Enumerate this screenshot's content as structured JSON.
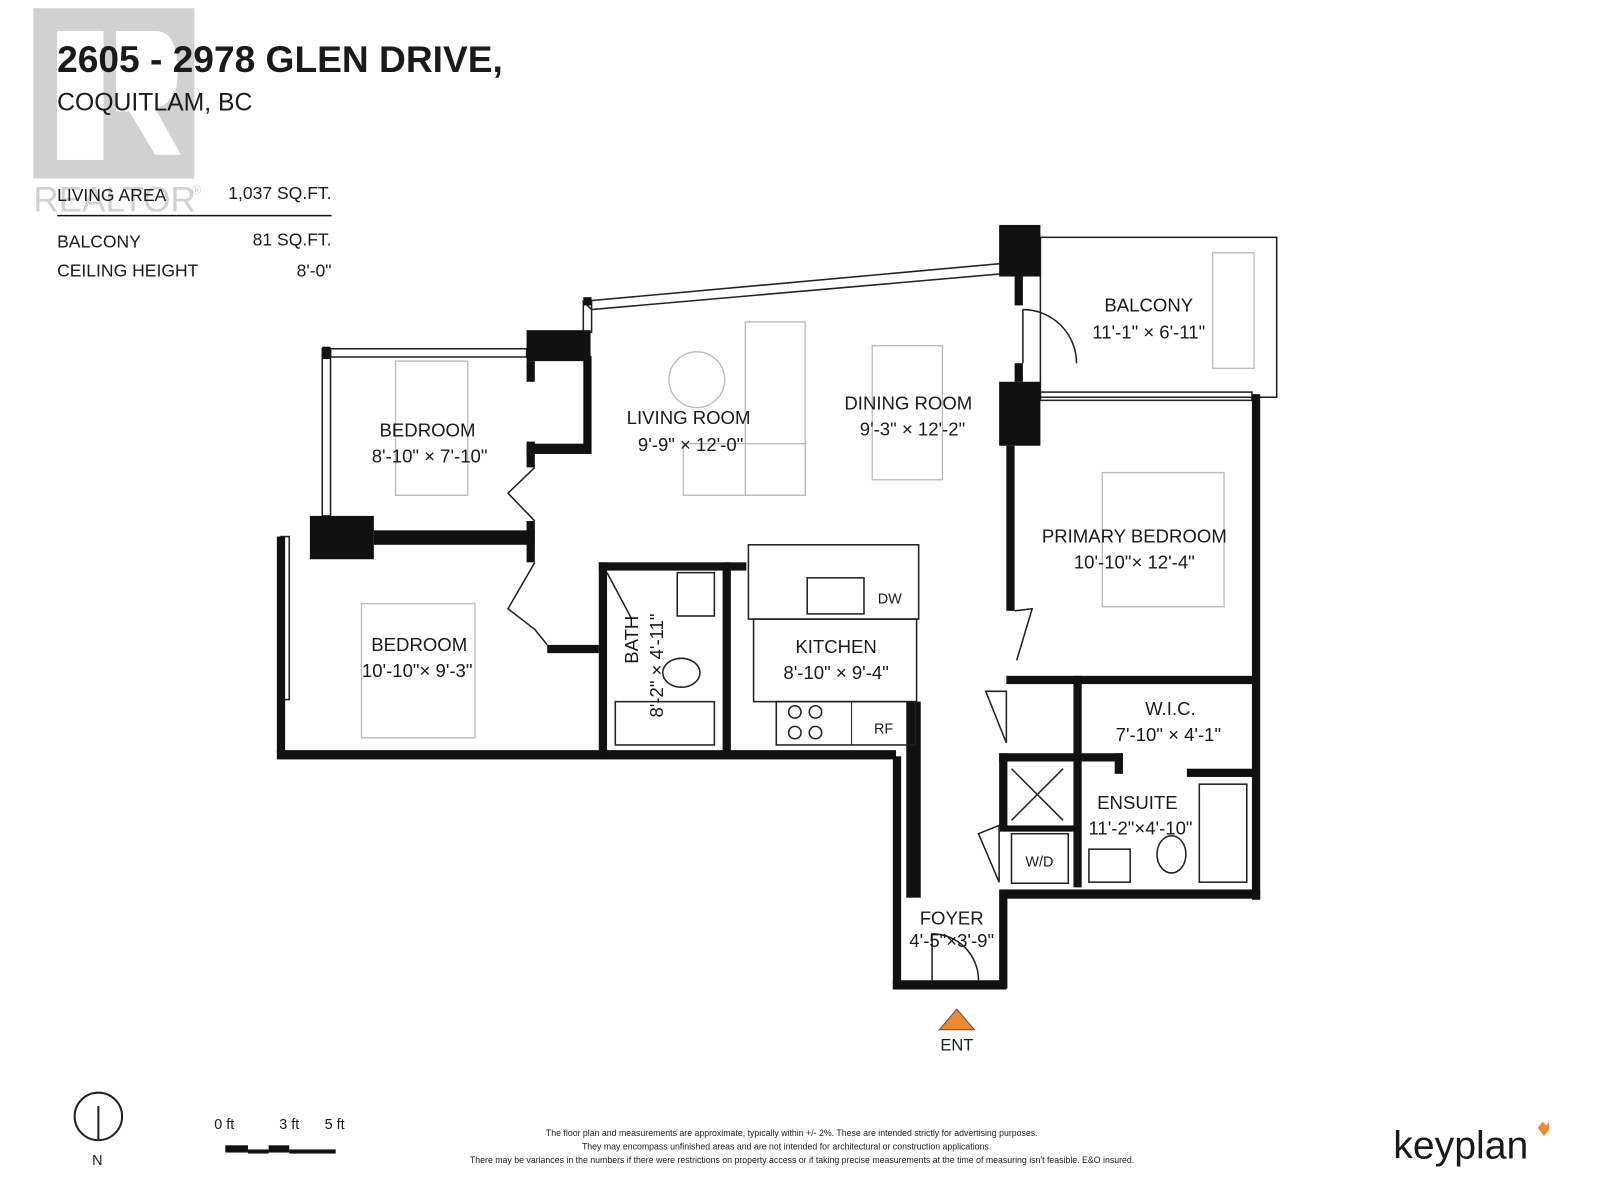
{
  "header": {
    "address_line1": "2605 - 2978 GLEN DRIVE,",
    "address_line2": "COQUITLAM, BC"
  },
  "summary": [
    {
      "label": "LIVING AREA",
      "value": "1,037 SQ.FT."
    },
    {
      "label": "BALCONY",
      "value": "81 SQ.FT."
    },
    {
      "label": "CEILING HEIGHT",
      "value": "8'-0\""
    }
  ],
  "watermark": {
    "text": "REALTOR",
    "mark": "®"
  },
  "rooms": [
    {
      "name": "BALCONY",
      "dims": "11'-1\"  ×  6'-11\""
    },
    {
      "name": "DINING ROOM",
      "dims": "9'-3\"  ×  12'-2\""
    },
    {
      "name": "LIVING ROOM",
      "dims": "9'-9\"  ×  12'-0\""
    },
    {
      "name": "BEDROOM",
      "dims": "8'-10\"  ×  7'-10\""
    },
    {
      "name": "PRIMARY BEDROOM",
      "dims": "10'-10\"×  12'-4\""
    },
    {
      "name": "BEDROOM",
      "dims": "10'-10\"×  9'-3\""
    },
    {
      "name": "BATH",
      "dims": "8'-2\" × 4'-11\""
    },
    {
      "name": "KITCHEN",
      "dims": "8'-10\"  ×  9'-4\""
    },
    {
      "name": "W.I.C.",
      "dims": "7'-10\"  ×  4'-1\""
    },
    {
      "name": "ENSUITE",
      "dims": "11'-2\"×4'-10\""
    },
    {
      "name": "FOYER",
      "dims": "4'-5\"×3'-9\""
    }
  ],
  "appliances": {
    "dishwasher": "DW",
    "fridge": "RF",
    "washer_dryer": "W/D"
  },
  "entrance": {
    "label": "ENT",
    "color": "#f0892e"
  },
  "compass": {
    "label": "N"
  },
  "scale": {
    "ticks": [
      "0 ft",
      "3 ft",
      "5 ft"
    ]
  },
  "disclaimer": [
    "The floor plan and measurements are approximate, typically within +/- 2%. These are intended strictly for advertising purposes.",
    "They may encompass unfinished areas and are not intended for architectural or construction applications.",
    "There may be variances in the numbers if there were restrictions on property access or if taking precise measurements at the time of measuring isn't feasible. E&O insured."
  ],
  "brand": {
    "name": "keyplan",
    "accent": "#f0892e"
  }
}
